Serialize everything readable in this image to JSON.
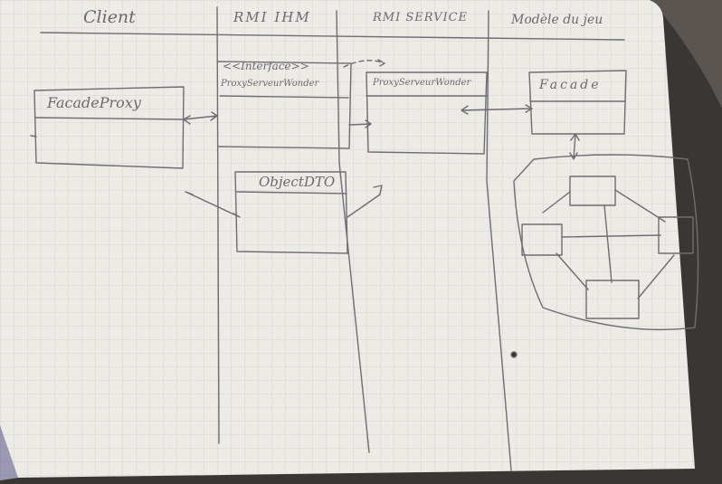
{
  "columns": [
    {
      "label": "Client"
    },
    {
      "label": "RMI IHM"
    },
    {
      "label": "RMI SERVICE"
    },
    {
      "label": "Modèle du jeu"
    }
  ],
  "boxes": {
    "facade_proxy": "FacadeProxy",
    "interface_stereotype": "<<Interface>>",
    "proxy_server_left": "ProxyServeurWonder",
    "proxy_server_right": "ProxyServeurWonder",
    "facade": "Facade",
    "object_dto": "ObjectDTO"
  },
  "colors": {
    "paper": "#ecebe6",
    "grid": "#c9cbd2",
    "ink": "#6e6d73",
    "background": "#3a3633"
  }
}
